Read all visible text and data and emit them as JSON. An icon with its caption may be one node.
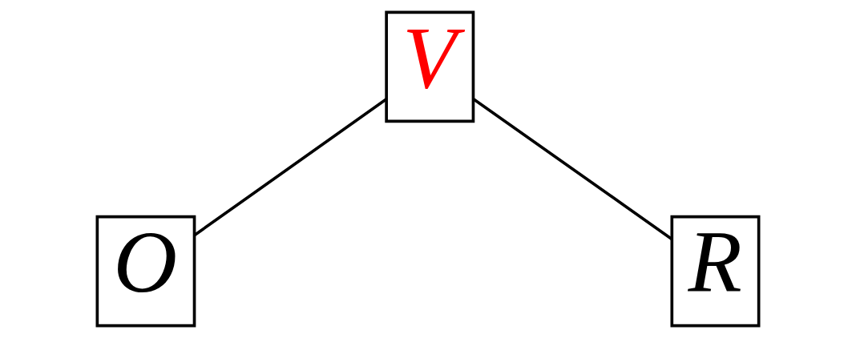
{
  "diagram": {
    "nodes": [
      {
        "text": [
          "V"
        ]
      },
      {
        "text": [
          "O"
        ]
      },
      {
        "text": [
          "R"
        ]
      }
    ],
    "edges": [
      {
        "from": 0,
        "to": 1,
        "arrow": "none"
      },
      {
        "from": 0,
        "to": 2,
        "arrow": "none"
      }
    ]
  }
}
